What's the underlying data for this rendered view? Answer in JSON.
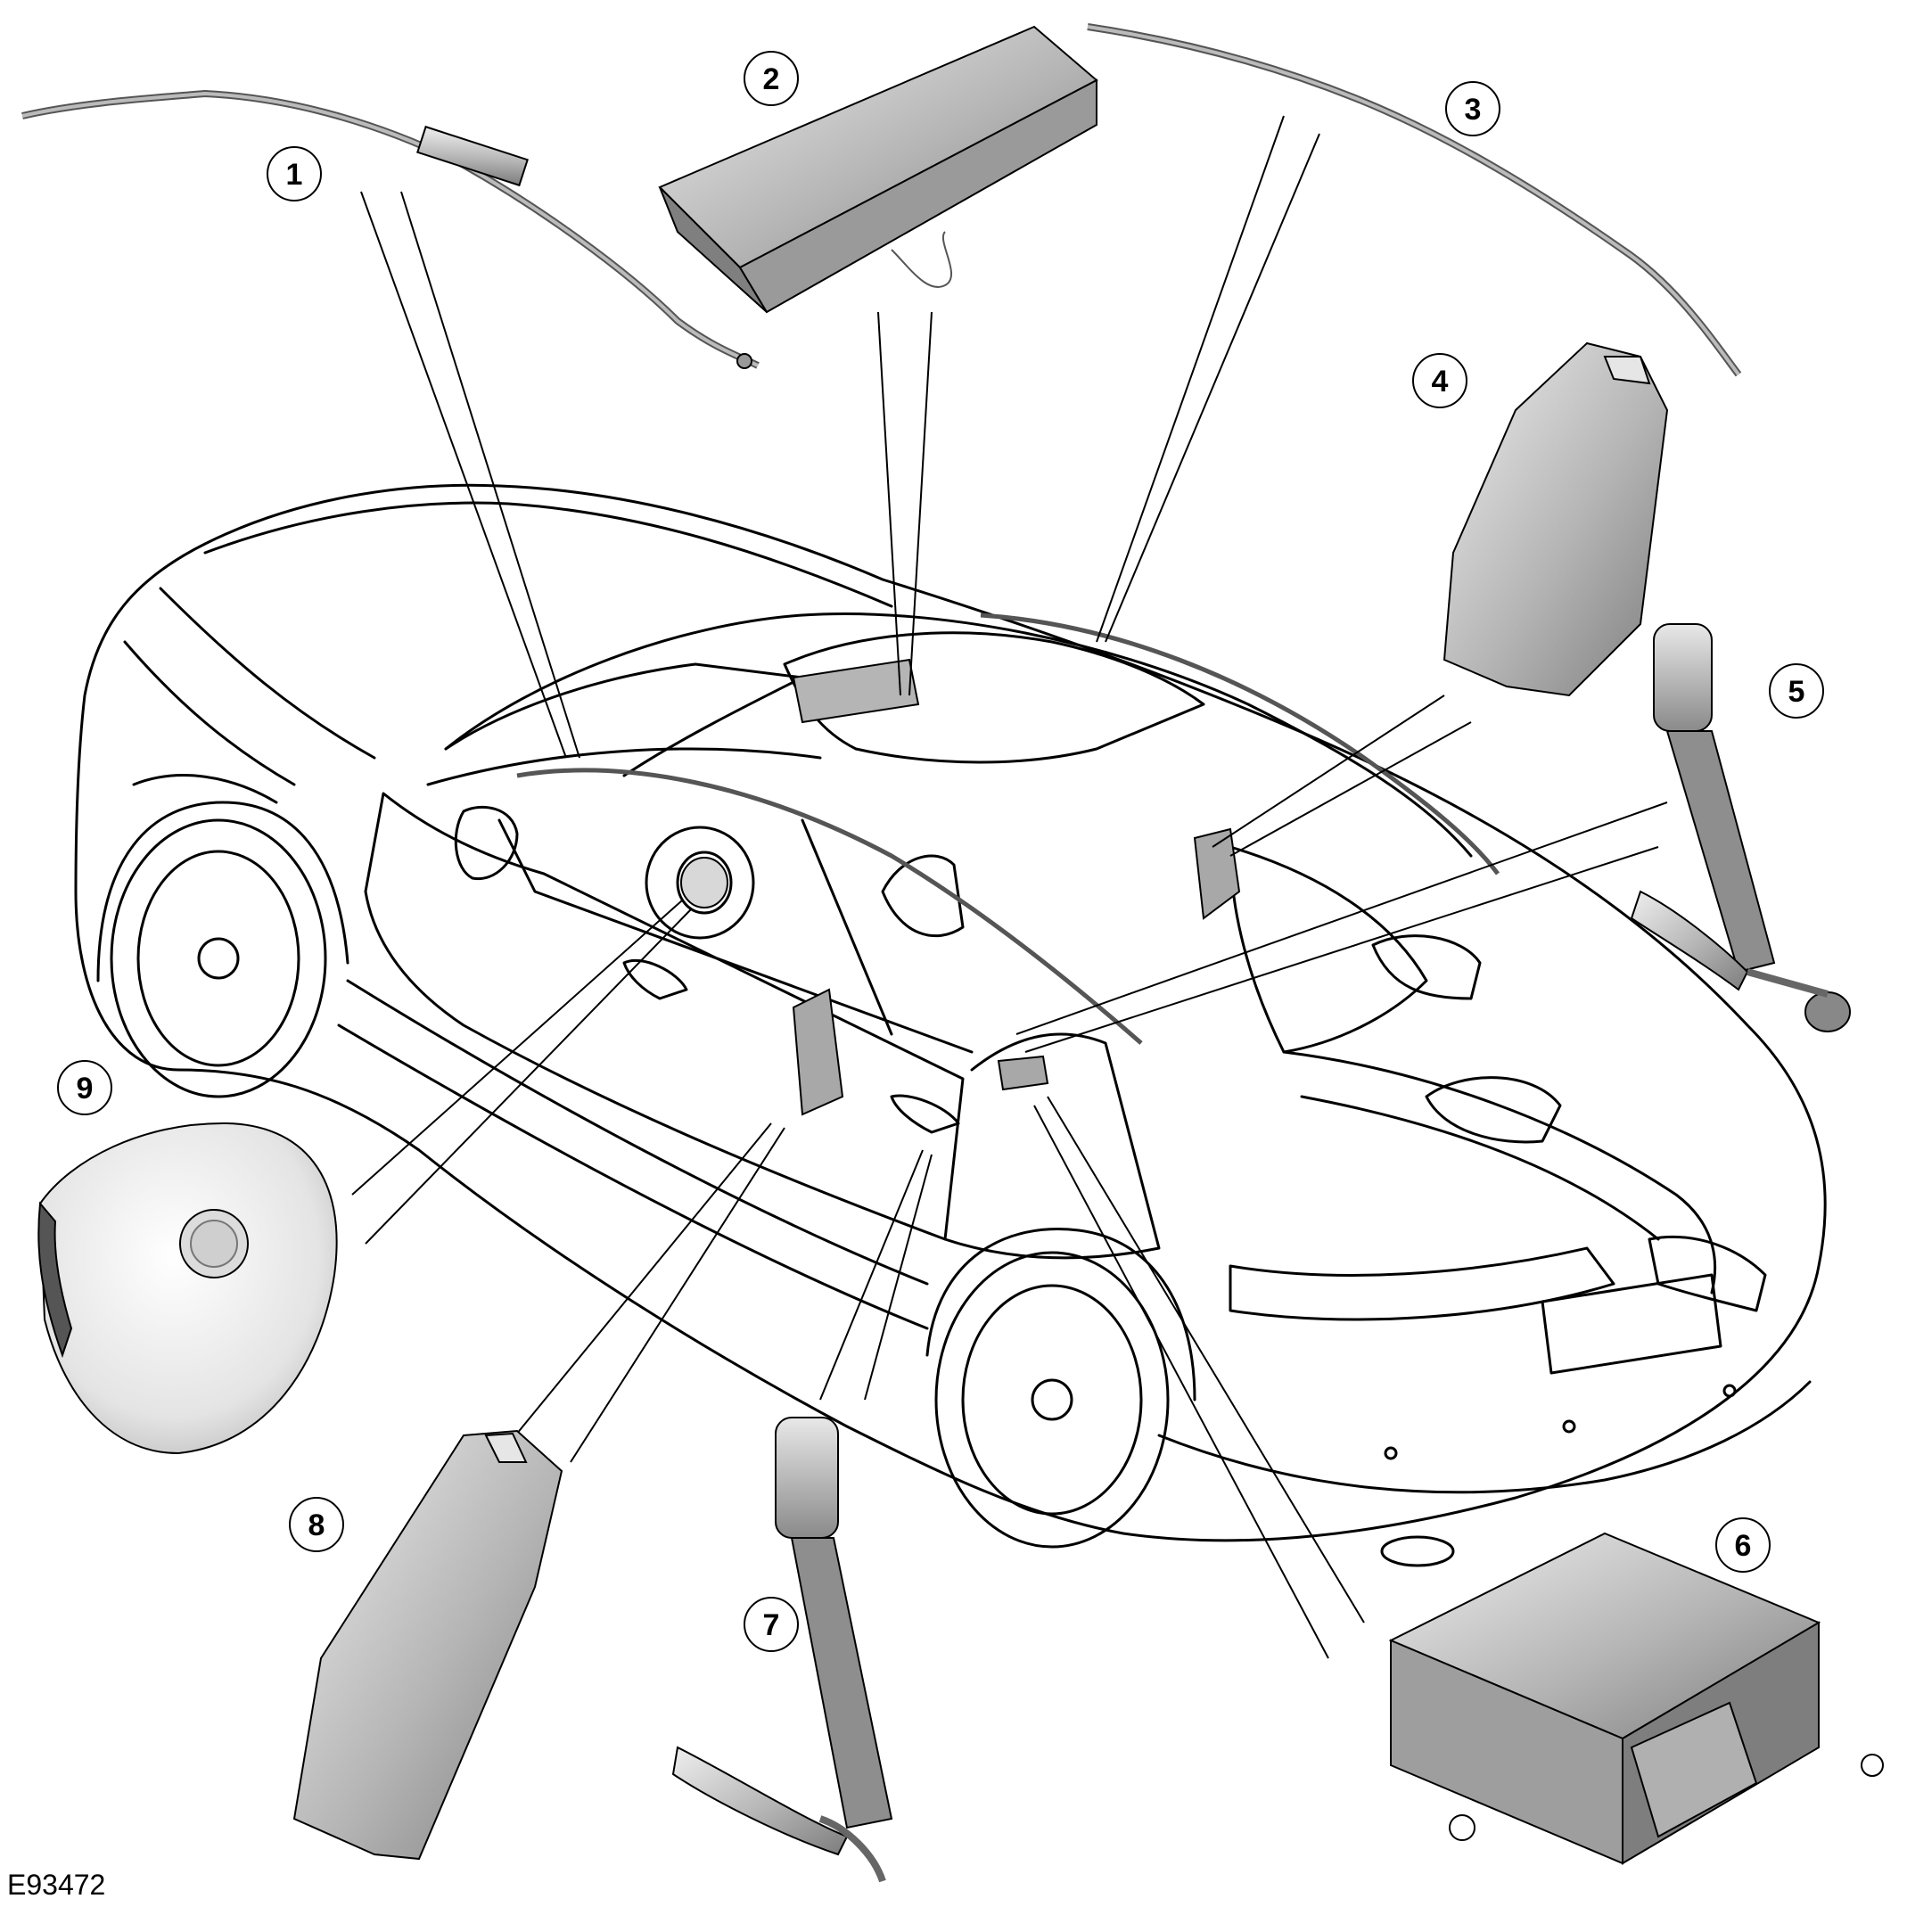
{
  "figure_id": "E93472",
  "callouts": [
    {
      "number": "1"
    },
    {
      "number": "2"
    },
    {
      "number": "3"
    },
    {
      "number": "4"
    },
    {
      "number": "5"
    },
    {
      "number": "6"
    },
    {
      "number": "7"
    },
    {
      "number": "8"
    },
    {
      "number": "9"
    }
  ],
  "colors": {
    "line": "#000000",
    "part_fill": "#b9b9b9",
    "part_fill_dark": "#8c8c8c",
    "part_fill_light": "#e2e2e2",
    "background": "#ffffff"
  }
}
